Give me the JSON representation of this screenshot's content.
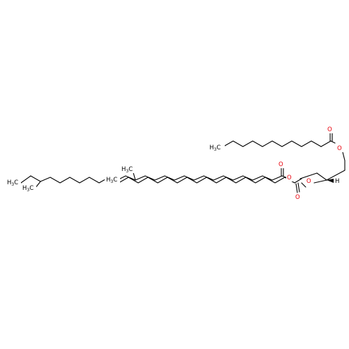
{
  "labels": {
    "oxygen": "O",
    "methyl": "H3C",
    "methyl_h": "H",
    "methyl_sub": "3",
    "methyl_c": "C",
    "hydrogen": "H"
  },
  "colors": {
    "bond": "#000000",
    "oxygen": "#e8000b",
    "background": "#ffffff"
  }
}
